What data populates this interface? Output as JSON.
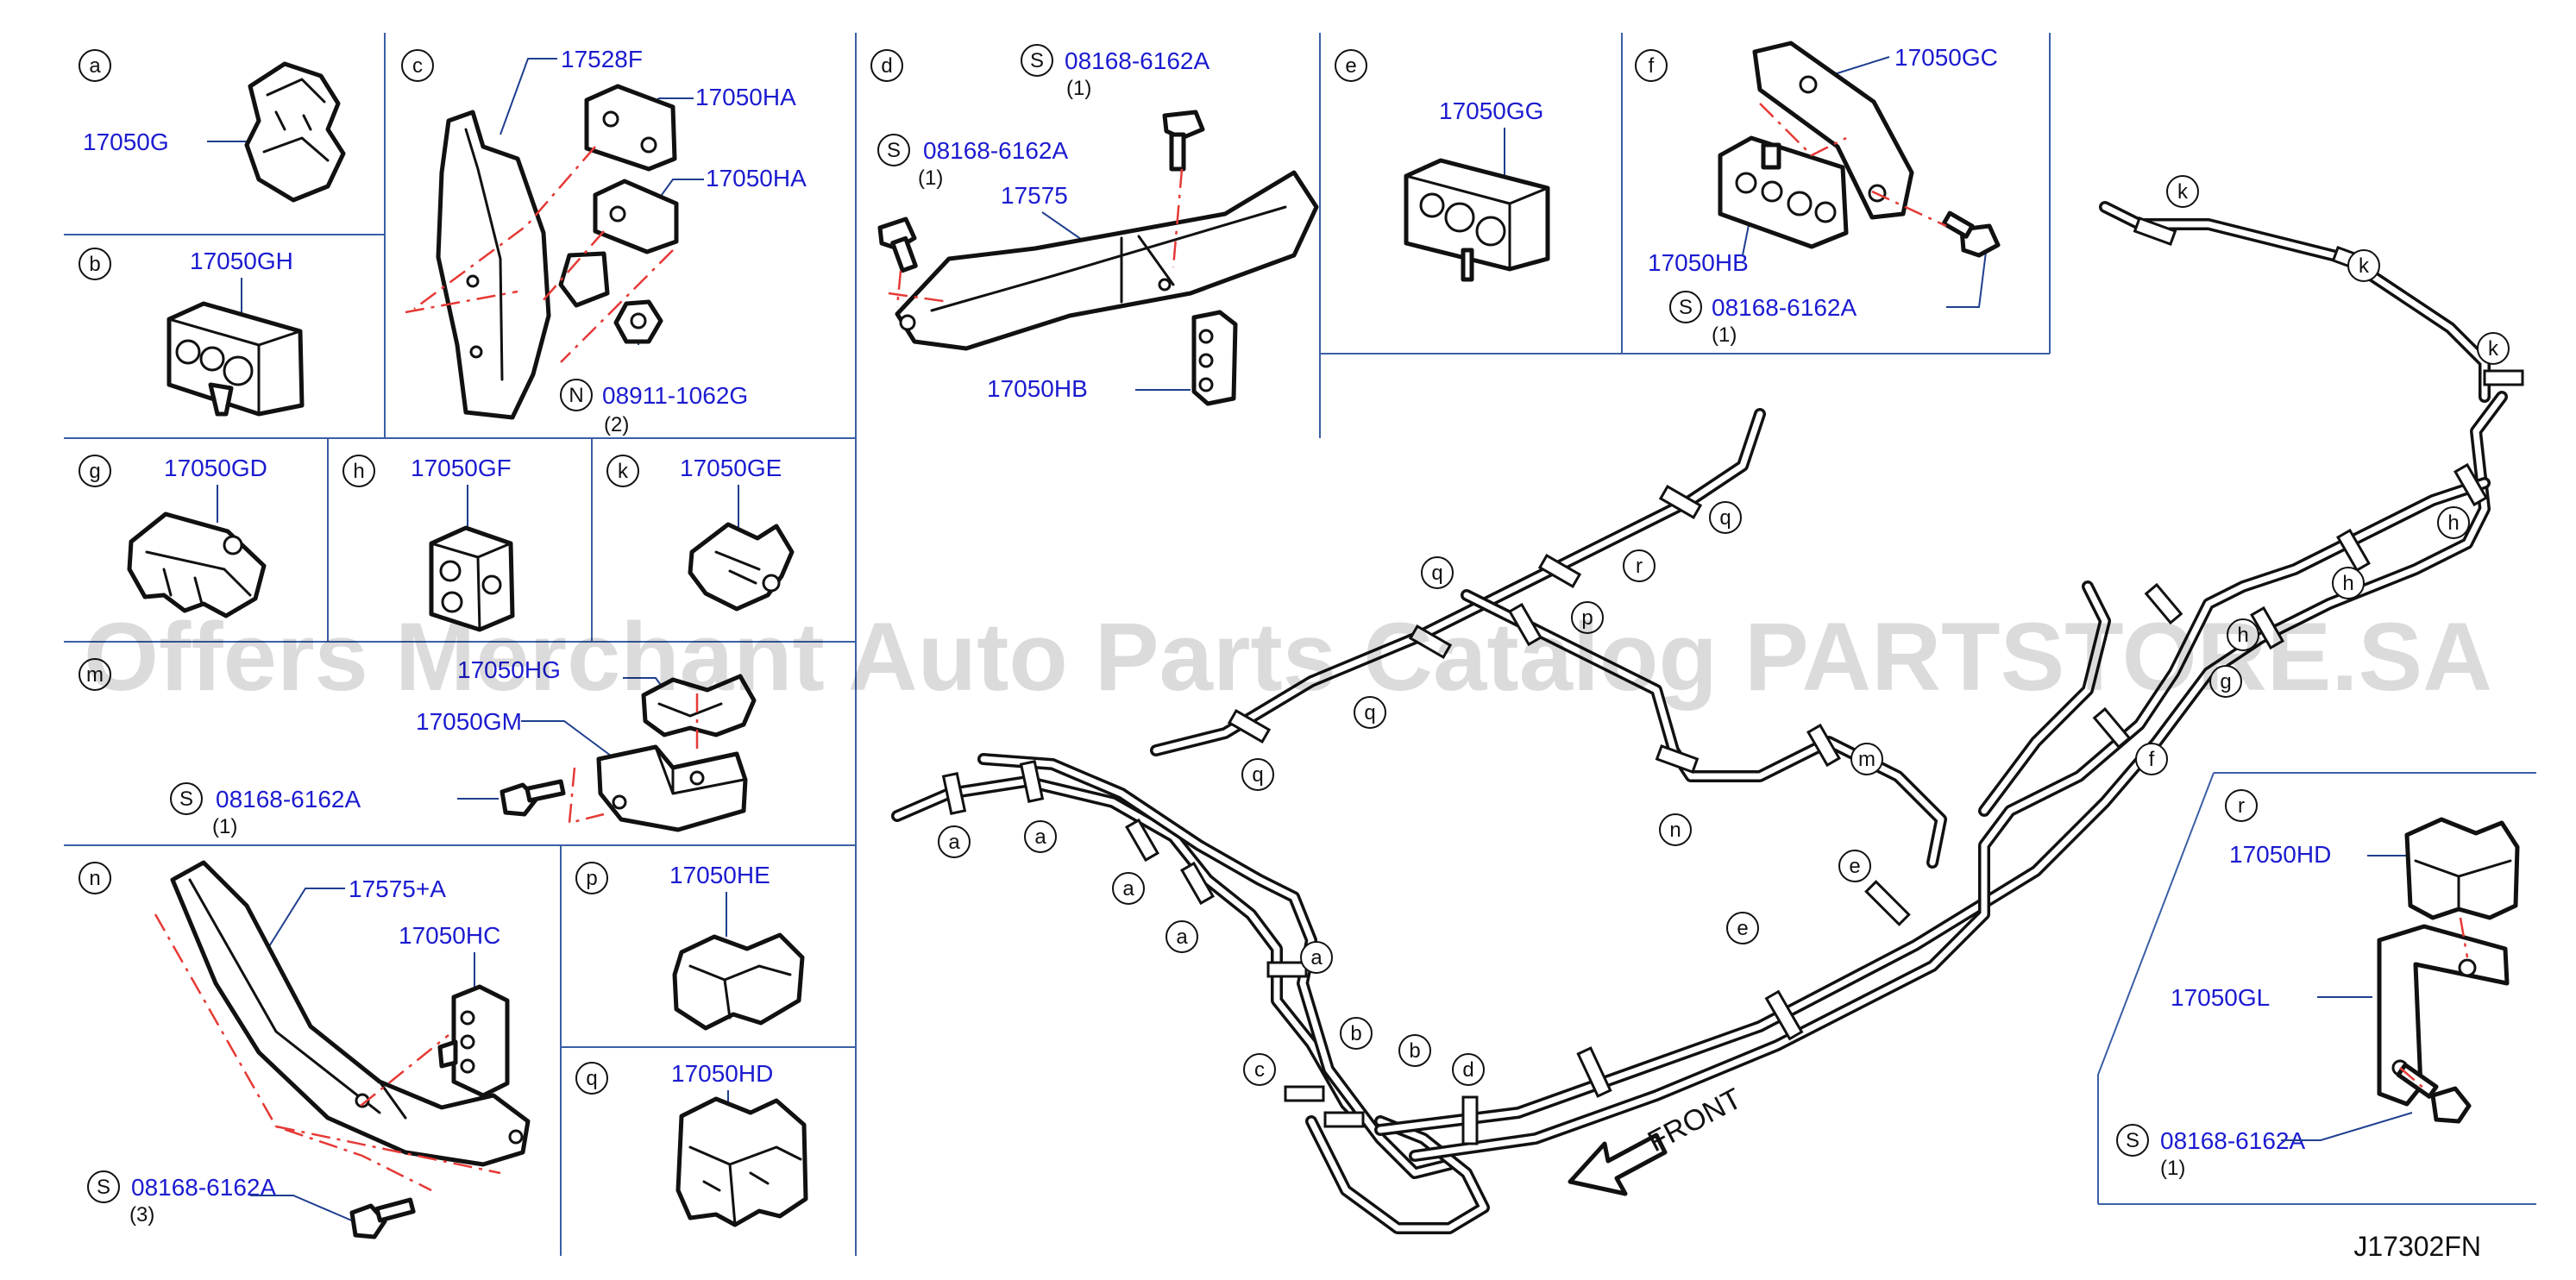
{
  "watermark": "Offers Merchant Auto Parts Catalog PARTSTORE.SA",
  "drawing_code": "J17302FN",
  "front_label": "FRONT",
  "sections": {
    "a": {
      "letter": "a",
      "parts": [
        "17050G"
      ]
    },
    "b": {
      "letter": "b",
      "parts": [
        "17050GH"
      ]
    },
    "c": {
      "letter": "c",
      "parts": [
        "17528F",
        "17050HA",
        "17050HA",
        "08911-1062G"
      ],
      "n_letter": "N",
      "n_qty": "(2)"
    },
    "d": {
      "letter": "d",
      "parts": [
        "08168-6162A",
        "08168-6162A",
        "17575",
        "17050HB"
      ],
      "s_letter": "S",
      "qty1": "(1)",
      "qty2": "(1)"
    },
    "e": {
      "letter": "e",
      "parts": [
        "17050GG"
      ]
    },
    "f": {
      "letter": "f",
      "parts": [
        "17050GC",
        "17050HB",
        "08168-6162A"
      ],
      "s_letter": "S",
      "qty": "(1)"
    },
    "g": {
      "letter": "g",
      "parts": [
        "17050GD"
      ]
    },
    "h": {
      "letter": "h",
      "parts": [
        "17050GF"
      ]
    },
    "k": {
      "letter": "k",
      "parts": [
        "17050GE"
      ]
    },
    "m": {
      "letter": "m",
      "parts": [
        "17050HG",
        "17050GM",
        "08168-6162A"
      ],
      "s_letter": "S",
      "qty": "(1)"
    },
    "n": {
      "letter": "n",
      "parts": [
        "17575+A",
        "17050HC",
        "08168-6162A"
      ],
      "s_letter": "S",
      "qty": "(3)"
    },
    "p": {
      "letter": "p",
      "parts": [
        "17050HE"
      ]
    },
    "q": {
      "letter": "q",
      "parts": [
        "17050HD"
      ]
    },
    "r": {
      "letter": "r",
      "parts": [
        "17050HD",
        "17050GL",
        "08168-6162A"
      ],
      "s_letter": "S",
      "qty": "(1)"
    }
  },
  "assembly_tags": [
    "a",
    "a",
    "a",
    "a",
    "a",
    "b",
    "b",
    "c",
    "d",
    "e",
    "e",
    "f",
    "g",
    "h",
    "h",
    "h",
    "k",
    "k",
    "k",
    "m",
    "n",
    "p",
    "q",
    "q",
    "q",
    "q",
    "r"
  ]
}
